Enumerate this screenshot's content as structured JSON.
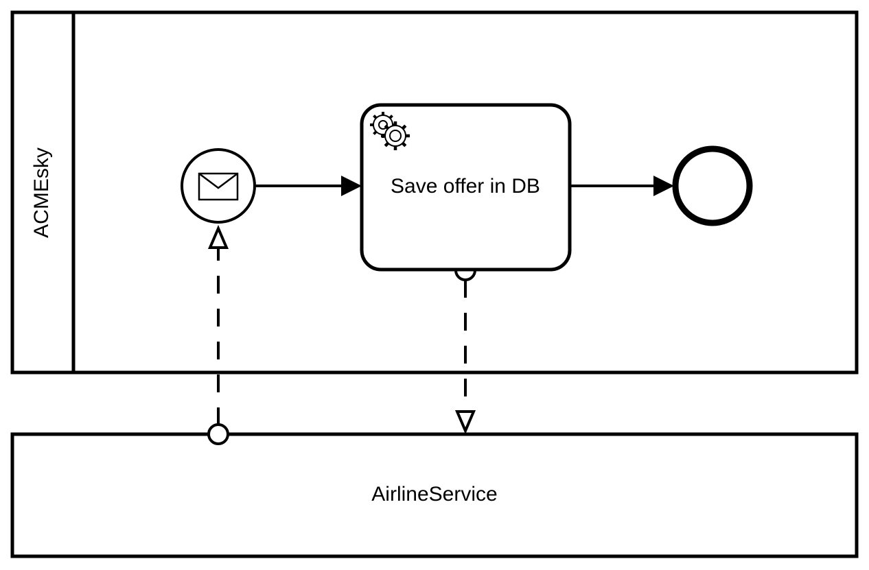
{
  "pools": {
    "acmesky": {
      "label": "ACMEsky"
    },
    "airline": {
      "label": "AirlineService"
    }
  },
  "task": {
    "label": "Save offer in DB",
    "task_type": "service-task",
    "icon": "gears-icon"
  },
  "events": {
    "start": {
      "type": "message-start-event",
      "icon": "envelope-icon"
    },
    "end": {
      "type": "end-event"
    }
  },
  "flows": {
    "sequence": [
      "start-event -> save-offer-task",
      "save-offer-task -> end-event"
    ],
    "message": [
      "AirlineService -> start-event",
      "save-offer-task -> AirlineService"
    ]
  },
  "colors": {
    "stroke": "#000000",
    "fill": "#ffffff",
    "text": "#000000"
  }
}
